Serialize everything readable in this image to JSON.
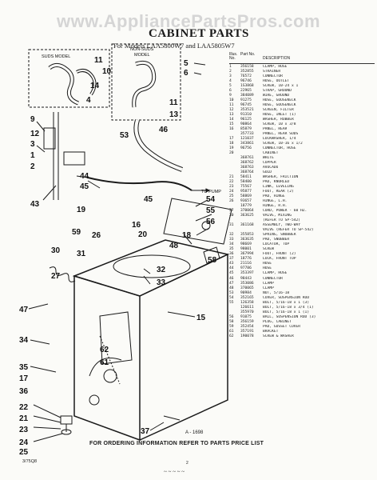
{
  "watermark": "www.AppliancePartsPros.com",
  "title": "CABINET PARTS",
  "subtitle": "For Models LAA5800W7 and LAA5805W7",
  "list_header": {
    "ill": "Illus. No.",
    "part": "Part No.",
    "desc": "DESCRIPTION"
  },
  "parts": [
    {
      "n": "1",
      "p": "356158",
      "d": "CLAMP, HOSE"
    },
    {
      "n": "2",
      "p": "352855",
      "d": "STRAINER"
    },
    {
      "n": "3",
      "p": "76572",
      "d": "CONNECTOR"
    },
    {
      "n": "4",
      "p": "96746",
      "d": "HOSE, OUTLET"
    },
    {
      "n": "5",
      "p": "1S3868",
      "d": "SCREW, 10-24 x 1"
    },
    {
      "n": "6",
      "p": "22965",
      "d": "STRAP, GROUND"
    },
    {
      "n": "9",
      "p": "384089",
      "d": "WIRE, GROUND"
    },
    {
      "n": "10",
      "p": "91275",
      "d": "HOSE, GOOSENECK"
    },
    {
      "n": "11",
      "p": "96745",
      "d": "HOSE, GOOSENECK"
    },
    {
      "n": "12",
      "p": "353521",
      "d": "SCREEN, FILTER"
    },
    {
      "n": "13",
      "p": "91310",
      "d": "HOSE, INLET (1)"
    },
    {
      "n": "14",
      "p": "96125",
      "d": "WASHER, RUBBER"
    },
    {
      "n": "15",
      "p": "90864",
      "d": "SCREW, 10 x 3/8"
    },
    {
      "n": "16",
      "p": "85879",
      "d": "PANEL, REAR"
    },
    {
      "n": "",
      "p": "357733",
      "d": "PANEL, REAR SUDS"
    },
    {
      "n": "17",
      "p": "121037",
      "d": "LOCKWASHER, 1/4"
    },
    {
      "n": "18",
      "p": "343861",
      "d": "SCREW, 10-16 x 1/2"
    },
    {
      "n": "19",
      "p": "96756",
      "d": "CONNECTOR, HOSE"
    },
    {
      "n": "20",
      "p": "",
      "d": "CABINET"
    },
    {
      "n": "",
      "p": "368761",
      "d": "WHITE"
    },
    {
      "n": "",
      "p": "368762",
      "d": "COPPER"
    },
    {
      "n": "",
      "p": "368763",
      "d": "AVOCADO"
    },
    {
      "n": "",
      "p": "368764",
      "d": "GOLD"
    },
    {
      "n": "21",
      "p": "58411",
      "d": "WASHER, FRICTION"
    },
    {
      "n": "22",
      "p": "58400",
      "d": "PAD, KNURLED"
    },
    {
      "n": "23",
      "p": "75567",
      "d": "LINK, LEVELING"
    },
    {
      "n": "24",
      "p": "95877",
      "d": "FOOT, REAR (2)"
    },
    {
      "n": "25",
      "p": "58869",
      "d": "PAD, HINGE"
    },
    {
      "n": "26",
      "p": "93657",
      "d": "HINGE, L.H."
    },
    {
      "n": "",
      "p": "18779",
      "d": "HINGE, R.H."
    },
    {
      "n": "27",
      "p": "370064",
      "d": "CORD, POWER - 60 HZ."
    },
    {
      "n": "30",
      "p": "363625",
      "d": "VALVE, MIXING"
    },
    {
      "n": "",
      "p": "",
      "d": "(REFER TO SP-542)"
    },
    {
      "n": "31",
      "p": "361168",
      "d": "ASSEMBLY, TWO-WAY"
    },
    {
      "n": "",
      "p": "",
      "d": "VALVE (REFER TO SP-542)"
    },
    {
      "n": "32",
      "p": "355853",
      "d": "SPRING, SNUBBER"
    },
    {
      "n": "33",
      "p": "363635",
      "d": "PAD, SNUBBER"
    },
    {
      "n": "34",
      "p": "98669",
      "d": "LOCATOR, TOP"
    },
    {
      "n": "35",
      "p": "98001",
      "d": "SCREW"
    },
    {
      "n": "36",
      "p": "367994",
      "d": "FOOT, FRONT (2)"
    },
    {
      "n": "37",
      "p": "18776",
      "d": "LOCK, FRONT TOP"
    },
    {
      "n": "43",
      "p": "21116",
      "d": "HOSE"
    },
    {
      "n": "44",
      "p": "97786",
      "d": "HOSE"
    },
    {
      "n": "45",
      "p": "353397",
      "d": "CLAMP, HOSE"
    },
    {
      "n": "46",
      "p": "98443",
      "d": "CONNECTOR"
    },
    {
      "n": "47",
      "p": "353086",
      "d": "CLAMP"
    },
    {
      "n": "48",
      "p": "370065",
      "d": "CLAMP"
    },
    {
      "n": "53",
      "p": "90984",
      "d": "NUT, 5/16-18"
    },
    {
      "n": "54",
      "p": "352165",
      "d": "COVER, SUSPENSION ROD"
    },
    {
      "n": "55",
      "p": "126358",
      "d": "BOLT, 5/16-18 x 1 (3)"
    },
    {
      "n": "",
      "p": "126611",
      "d": "BOLT, 5/16-18 x 3/4 (1)"
    },
    {
      "n": "",
      "p": "355970",
      "d": "BOLT, 5/16-18 x 1 (1)"
    },
    {
      "n": "56",
      "p": "91075",
      "d": "BALL, SUSPENSION ROD (3)"
    },
    {
      "n": "58",
      "p": "356159",
      "d": "PLUG, CABINET"
    },
    {
      "n": "59",
      "p": "352454",
      "d": "PAD, GUSSET COVER"
    },
    {
      "n": "61",
      "p": "357191",
      "d": "BRACKET"
    },
    {
      "n": "62",
      "p": "190078",
      "d": "SCREW & WASHER"
    }
  ],
  "model_labels": {
    "suds": "SUDS MODEL",
    "nonsuds_1": "NON-SUDS",
    "nonsuds_2": "MODEL"
  },
  "to_pump": "TO PUMP",
  "callouts": {
    "c1": "1",
    "c2": "2",
    "c3": "3",
    "c4": "4",
    "c5": "5",
    "c6": "6",
    "c9": "9",
    "c10": "10",
    "c11": "11",
    "c12": "12",
    "c13": "13",
    "c14": "14",
    "c15": "15",
    "c16": "16",
    "c17": "17",
    "c18": "18",
    "c19": "19",
    "c20": "20",
    "c21": "21",
    "c22": "22",
    "c23": "23",
    "c24": "24",
    "c25": "25",
    "c26": "26",
    "c27": "27",
    "c30": "30",
    "c31": "31",
    "c32": "32",
    "c33": "33",
    "c34": "34",
    "c35": "35",
    "c36": "36",
    "c37": "37",
    "c43": "43",
    "c44": "44",
    "c45": "45",
    "c46": "46",
    "c47": "47",
    "c48": "48",
    "c53": "53",
    "c54": "54",
    "c55": "55",
    "c56": "56",
    "c58": "58",
    "c59": "59",
    "c61": "61",
    "c62": "62"
  },
  "figure_number": "A - 1698",
  "footer": "FOR ORDERING INFORMATION REFER TO PARTS PRICE LIST",
  "doc_code": "3/75Q8",
  "page_number": "2"
}
